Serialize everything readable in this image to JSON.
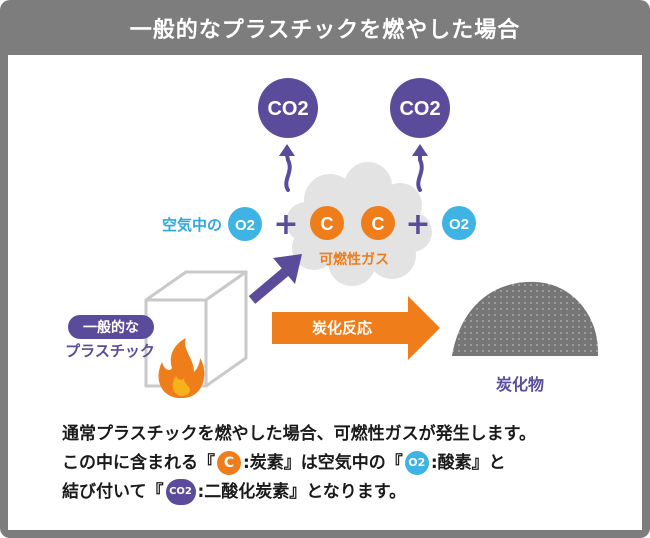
{
  "title": "一般的なプラスチックを燃やした場合",
  "diagram": {
    "co2_left": "CO2",
    "co2_right": "CO2",
    "air_label": "空気中の",
    "o2_left": "O2",
    "plus1": "+",
    "c1": "C",
    "c2": "C",
    "plus2": "+",
    "o2_right": "O2",
    "flammable_gas_label": "可燃性ガス",
    "plastic_tag": "一般的な",
    "plastic_label": "プラスチック",
    "reaction_label": "炭化反応",
    "char_label": "炭化物"
  },
  "description": {
    "line1": "通常プラスチックを燃やした場合、可燃性ガスが発生します。",
    "line2_a": "この中に含まれる『",
    "line2_c_chip": "C",
    "line2_b": ":炭素』は空気中の『",
    "line2_o2_chip": "O2",
    "line2_c": ":酸素』と",
    "line3_a": "結び付いて『",
    "line3_co2_chip": "CO2",
    "line3_b": ":二酸化炭素』となります。"
  },
  "colors": {
    "purple": "#5b4b9b",
    "cyan": "#3fb3e3",
    "orange": "#ee7d1a",
    "gray": "#7d7d7d"
  }
}
